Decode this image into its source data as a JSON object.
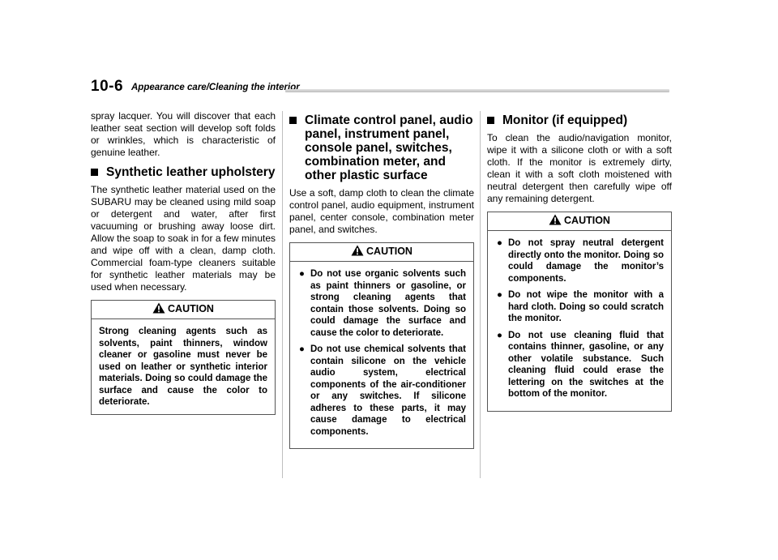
{
  "header": {
    "page_number": "10-6",
    "section_title": "Appearance care/Cleaning the interior"
  },
  "col1": {
    "intro": "spray lacquer. You will discover that each leather seat section will develop soft folds or wrinkles, which is characteristic of genuine leather.",
    "heading": "Synthetic leather upholstery",
    "body": "The synthetic leather material used on the SUBARU may be cleaned using mild soap or detergent and water, after first vacuuming or brushing away loose dirt. Allow the soap to soak in for a few minutes and wipe off with a clean, damp cloth. Commercial foam-type cleaners suitable for synthetic leather materials may be used when necessary.",
    "caution_label": "CAUTION",
    "caution_text": "Strong cleaning agents such as solvents, paint thinners, window cleaner or gasoline must never be used on leather or synthetic interior materials. Doing so could damage the surface and cause the color to deteriorate."
  },
  "col2": {
    "heading": "Climate control panel, audio panel, instrument panel, console panel, switches, combination meter, and other plastic surface",
    "body": "Use a soft, damp cloth to clean the climate control panel, audio equipment, instrument panel, center console, combination meter panel, and switches.",
    "caution_label": "CAUTION",
    "caution_items": [
      "Do not use organic solvents such as paint thinners or gasoline, or strong cleaning agents that contain those solvents. Doing so could damage the surface and cause the color to deteriorate.",
      "Do not use chemical solvents that contain silicone on the vehicle audio system, electrical components of the air-conditioner or any switches. If silicone adheres to these parts, it may cause damage to electrical components."
    ]
  },
  "col3": {
    "heading": "Monitor (if equipped)",
    "body": "To clean the audio/navigation monitor, wipe it with a silicone cloth or with a soft cloth. If the monitor is extremely dirty, clean it with a soft cloth moistened with neutral detergent then carefully wipe off any remaining detergent.",
    "caution_label": "CAUTION",
    "caution_items": [
      "Do not spray neutral detergent directly onto the monitor. Doing so could damage the monitor’s components.",
      "Do not wipe the monitor with a hard cloth. Doing so could scratch the monitor.",
      "Do not use cleaning fluid that contains thinner, gasoline, or any other volatile substance. Such cleaning fluid could erase the lettering on the switches at the bottom of the monitor."
    ]
  },
  "bullet_glyph": "●"
}
